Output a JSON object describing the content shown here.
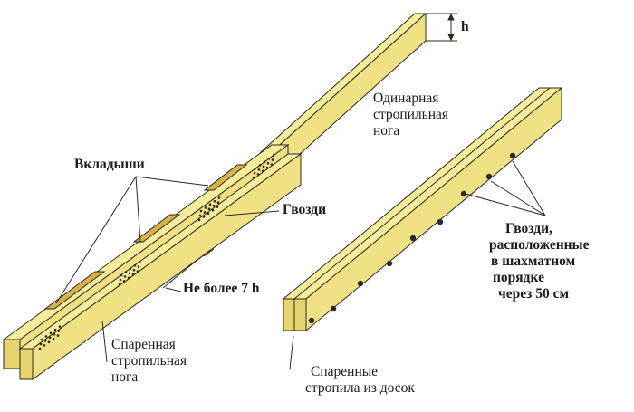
{
  "labels": {
    "h": "h",
    "single_rafter": [
      "Одинарная",
      "стропильная",
      "нога"
    ],
    "inserts": "Вкладыши",
    "nails_left": "Гвозди",
    "max_7h": "Не более 7 h",
    "paired_rafter": [
      "Спаренная",
      "стропильная",
      "нога"
    ],
    "nails_right": [
      "Гвозди,",
      "расположенные",
      "в шахматном",
      "порядке",
      "через 50 см"
    ],
    "paired_boards": [
      "Спаренные",
      "стропила из досок"
    ]
  },
  "colors": {
    "wood_top": "#f5ec9c",
    "wood_front": "#efe184",
    "wood_side": "#e7d46e",
    "insert": "#d9b24a",
    "outline": "#2b2b1e",
    "nail_dot": "#2a2a2a",
    "text": "#1a1a1a"
  }
}
